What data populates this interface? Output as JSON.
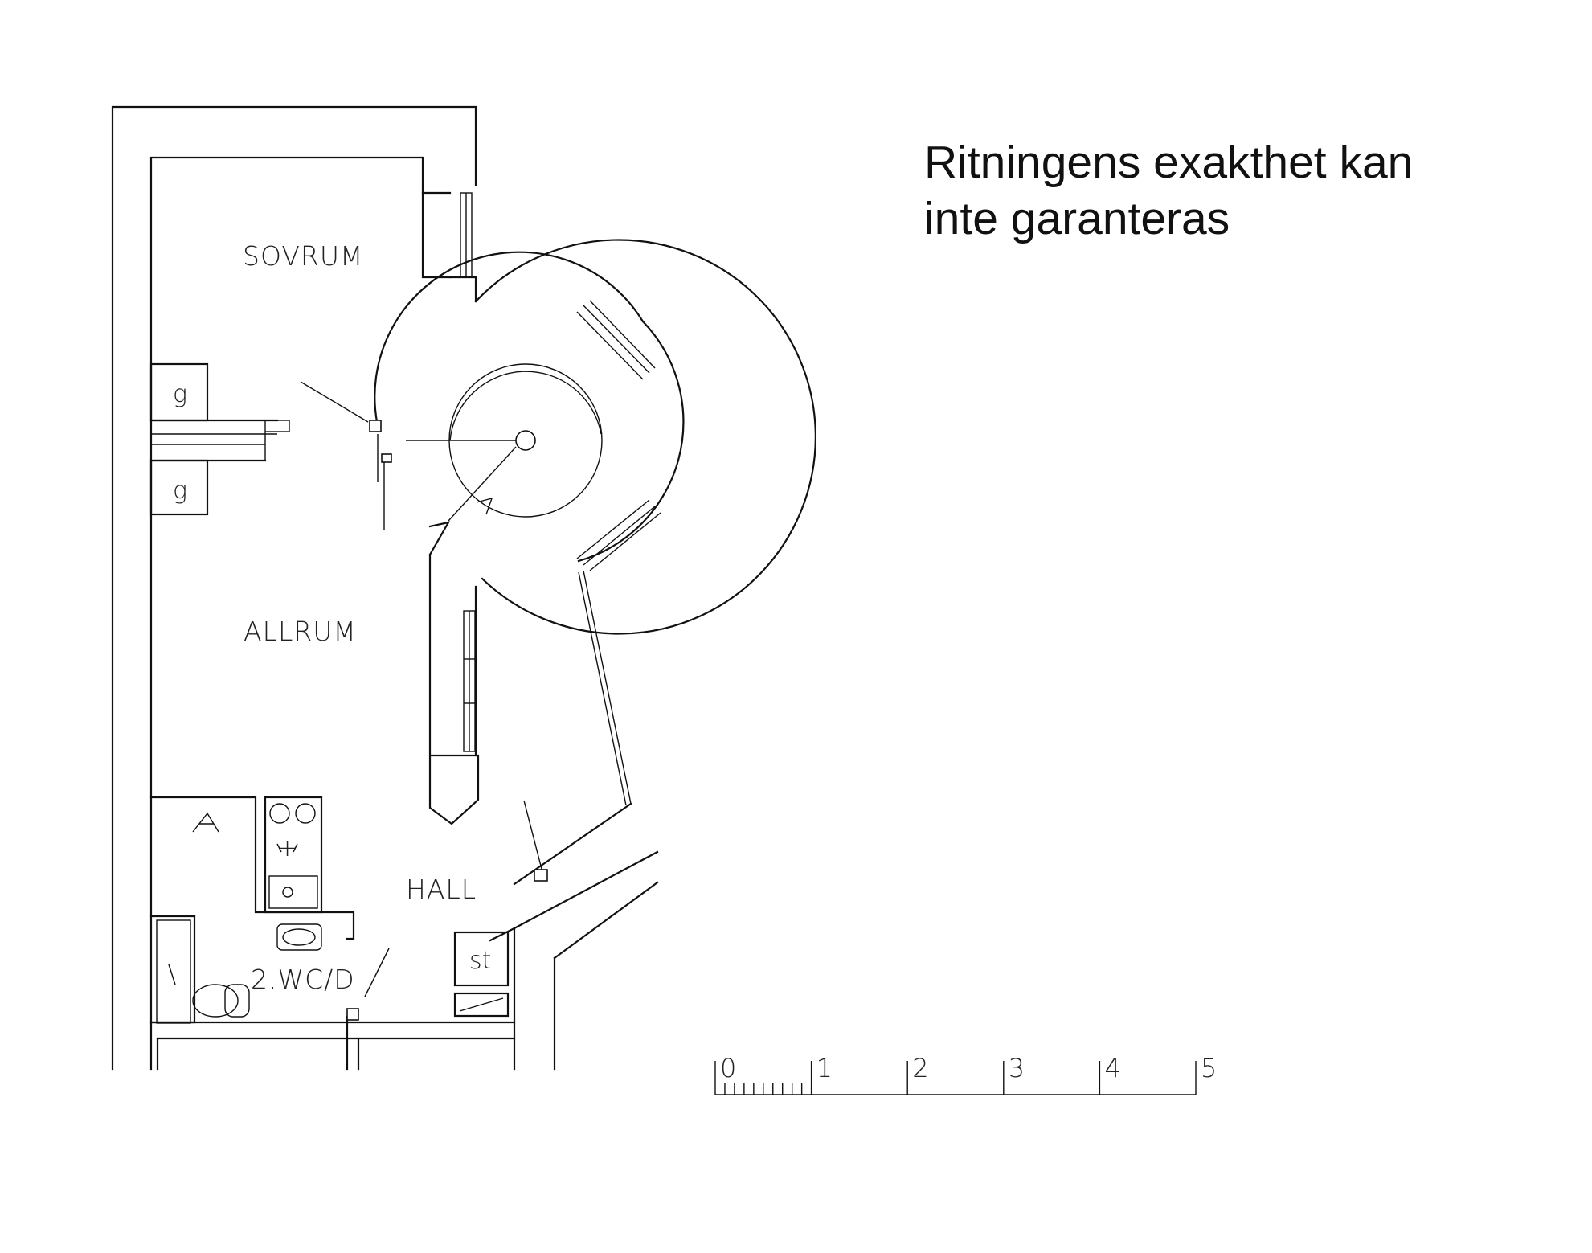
{
  "disclaimer": {
    "line1": "Ritningens exakthet kan",
    "line2": "inte garanteras"
  },
  "rooms": {
    "sovrum": "SOVRUM",
    "allrum": "ALLRUM",
    "hall": "HALL",
    "wc": "2.WC/D"
  },
  "symbols": {
    "closet1": "g",
    "closet2": "g",
    "storage": "st"
  },
  "scale": {
    "unit_labels": [
      "0",
      "1",
      "2",
      "3",
      "4",
      "5"
    ]
  }
}
